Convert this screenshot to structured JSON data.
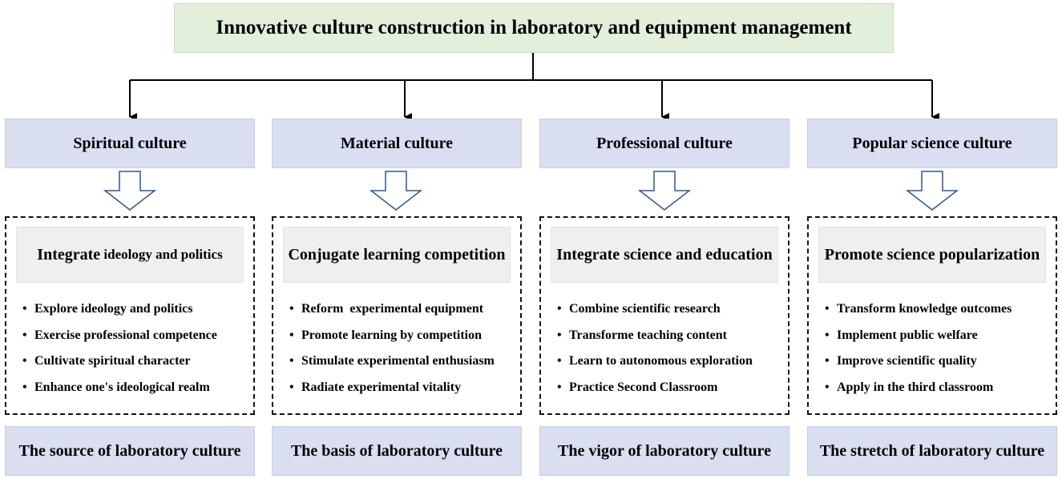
{
  "title": "Innovative culture construction in laboratory and equipment management",
  "columns": [
    {
      "category": "Spiritual culture",
      "sub_bold": "Integrate",
      "sub_rest": " ideology and politics",
      "items": [
        "Explore ideology and politics",
        "Exercise professional competence",
        "Cultivate spiritual character",
        "Enhance one's ideological realm"
      ],
      "footer": "The source of laboratory culture"
    },
    {
      "category": "Material culture",
      "sub_bold": "Conjugate learning competition",
      "sub_rest": "",
      "items": [
        "Reform  experimental equipment",
        "Promote learning by competition",
        "Stimulate experimental enthusiasm",
        "Radiate experimental vitality"
      ],
      "footer": "The basis of laboratory culture"
    },
    {
      "category": "Professional culture",
      "sub_bold": "Integrate science and education",
      "sub_rest": "",
      "items": [
        "Combine scientific research",
        "Transforme teaching content",
        "Learn to autonomous exploration",
        "Practice Second Classroom"
      ],
      "footer": "The vigor of laboratory culture"
    },
    {
      "category": "Popular science culture",
      "sub_bold": "Promote science popularization",
      "sub_rest": "",
      "items": [
        "Transform knowledge outcomes",
        "Implement public welfare",
        "Improve scientific quality",
        "Apply in the third classroom"
      ],
      "footer": "The stretch of laboratory culture"
    }
  ],
  "colors": {
    "title_bg": "#e2efda",
    "category_bg": "#d9def1",
    "subtitle_bg": "#efefef",
    "arrow_stroke": "#2f5597"
  }
}
